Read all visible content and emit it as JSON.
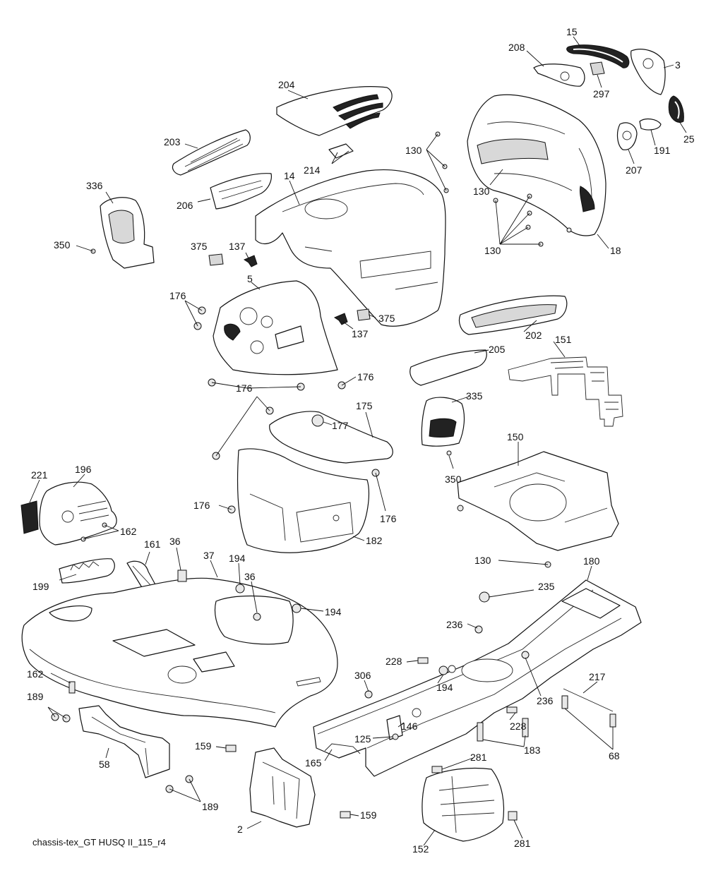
{
  "caption": "chassis-tex_GT HUSQ II_115_r4",
  "callouts": [
    {
      "id": "c15",
      "text": "15"
    },
    {
      "id": "c208",
      "text": "208"
    },
    {
      "id": "c3",
      "text": "3"
    },
    {
      "id": "c297",
      "text": "297"
    },
    {
      "id": "c204",
      "text": "204"
    },
    {
      "id": "c25",
      "text": "25"
    },
    {
      "id": "c203",
      "text": "203"
    },
    {
      "id": "c130a",
      "text": "130"
    },
    {
      "id": "c191",
      "text": "191"
    },
    {
      "id": "c214",
      "text": "214"
    },
    {
      "id": "c207",
      "text": "207"
    },
    {
      "id": "c14",
      "text": "14"
    },
    {
      "id": "c336",
      "text": "336"
    },
    {
      "id": "c130b",
      "text": "130"
    },
    {
      "id": "c206",
      "text": "206"
    },
    {
      "id": "c130c",
      "text": "130"
    },
    {
      "id": "c18",
      "text": "18"
    },
    {
      "id": "c350a",
      "text": "350"
    },
    {
      "id": "c375a",
      "text": "375"
    },
    {
      "id": "c137a",
      "text": "137"
    },
    {
      "id": "c5",
      "text": "5"
    },
    {
      "id": "c176a",
      "text": "176"
    },
    {
      "id": "c375b",
      "text": "375"
    },
    {
      "id": "c137b",
      "text": "137"
    },
    {
      "id": "c202",
      "text": "202"
    },
    {
      "id": "c151",
      "text": "151"
    },
    {
      "id": "c205",
      "text": "205"
    },
    {
      "id": "c176b",
      "text": "176"
    },
    {
      "id": "c176c",
      "text": "176"
    },
    {
      "id": "c175",
      "text": "175"
    },
    {
      "id": "c335",
      "text": "335"
    },
    {
      "id": "c177",
      "text": "177"
    },
    {
      "id": "c150",
      "text": "150"
    },
    {
      "id": "c350b",
      "text": "350"
    },
    {
      "id": "c221",
      "text": "221"
    },
    {
      "id": "c196",
      "text": "196"
    },
    {
      "id": "c176d",
      "text": "176"
    },
    {
      "id": "c176e",
      "text": "176"
    },
    {
      "id": "c162a",
      "text": "162"
    },
    {
      "id": "c182",
      "text": "182"
    },
    {
      "id": "c161",
      "text": "161"
    },
    {
      "id": "c36a",
      "text": "36"
    },
    {
      "id": "c37",
      "text": "37"
    },
    {
      "id": "c194a",
      "text": "194"
    },
    {
      "id": "c130d",
      "text": "130"
    },
    {
      "id": "c180",
      "text": "180"
    },
    {
      "id": "c36b",
      "text": "36"
    },
    {
      "id": "c199",
      "text": "199"
    },
    {
      "id": "c235",
      "text": "235"
    },
    {
      "id": "c194b",
      "text": "194"
    },
    {
      "id": "c236a",
      "text": "236"
    },
    {
      "id": "c228a",
      "text": "228"
    },
    {
      "id": "c162b",
      "text": "162"
    },
    {
      "id": "c306",
      "text": "306"
    },
    {
      "id": "c194c",
      "text": "194"
    },
    {
      "id": "c236b",
      "text": "236"
    },
    {
      "id": "c217",
      "text": "217"
    },
    {
      "id": "c189a",
      "text": "189"
    },
    {
      "id": "c146",
      "text": "146"
    },
    {
      "id": "c228b",
      "text": "228"
    },
    {
      "id": "c125",
      "text": "125"
    },
    {
      "id": "c183",
      "text": "183"
    },
    {
      "id": "c58",
      "text": "58"
    },
    {
      "id": "c159a",
      "text": "159"
    },
    {
      "id": "c165",
      "text": "165"
    },
    {
      "id": "c68",
      "text": "68"
    },
    {
      "id": "c281a",
      "text": "281"
    },
    {
      "id": "c189b",
      "text": "189"
    },
    {
      "id": "c159b",
      "text": "159"
    },
    {
      "id": "c2",
      "text": "2"
    },
    {
      "id": "c281b",
      "text": "281"
    },
    {
      "id": "c152",
      "text": "152"
    }
  ]
}
